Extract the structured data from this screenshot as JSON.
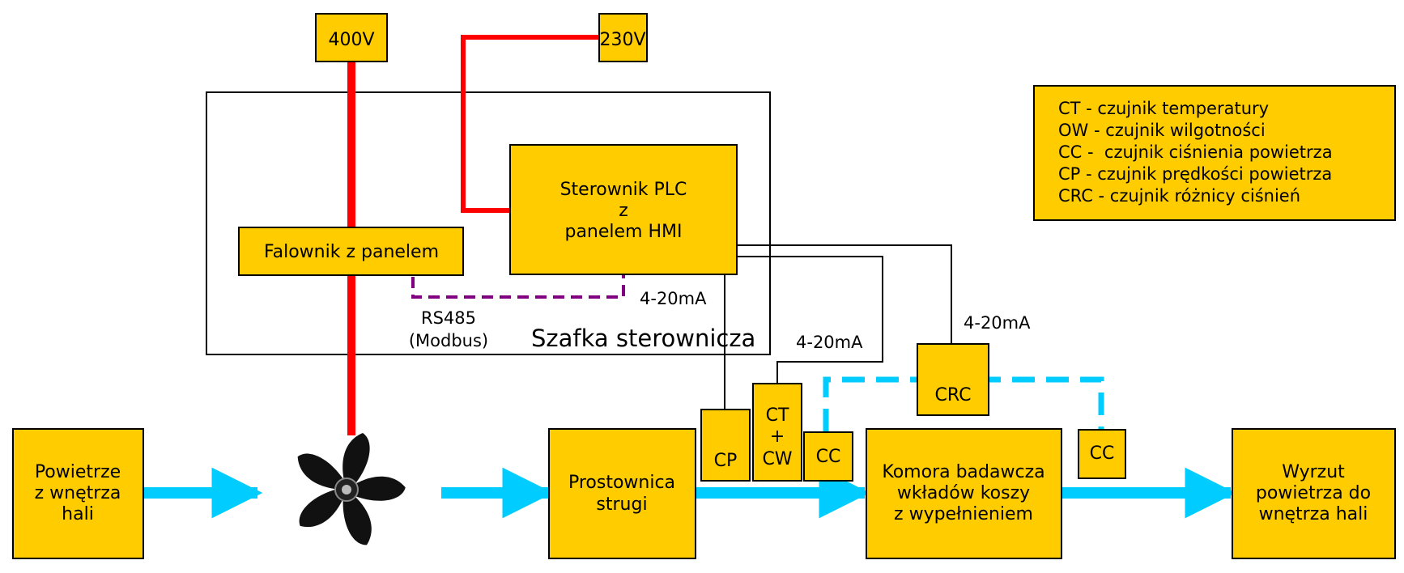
{
  "colors": {
    "box_fill": "#ffcc00",
    "power_line": "#ff0000",
    "modbus_line": "#800080",
    "airflow": "#00ccff",
    "signal_line": "#000000"
  },
  "supply": {
    "v400": "400V",
    "v230": "230V"
  },
  "cabinet": {
    "label": "Szafka sterownicza"
  },
  "plc": {
    "line1": "Sterownik PLC",
    "line2": "z",
    "line3": "panelem HMI"
  },
  "inverter": {
    "label": "Falownik z panelem"
  },
  "modbus": {
    "line1": "RS485",
    "line2": "(Modbus)"
  },
  "signals": {
    "cp": "4-20mA",
    "ct": "4-20mA",
    "crc": "4-20mA"
  },
  "legend": [
    "CT - czujnik temperatury",
    "OW - czujnik wilgotności",
    "CC -  czujnik ciśnienia powietrza",
    "CP - czujnik prędkości powietrza",
    "CRC - czujnik różnicy ciśnień"
  ],
  "air_in": {
    "line1": "Powietrze",
    "line2": "z wnętrza",
    "line3": "hali"
  },
  "fan": {
    "icon": "fan-icon"
  },
  "straightener": {
    "line1": "Prostownica",
    "line2": "strugi"
  },
  "sensors": {
    "cp": "CP",
    "ctcw_line1": "CT",
    "ctcw_line2": "+",
    "ctcw_line3": "CW",
    "cc_left": "CC",
    "crc": "CRC",
    "cc_right": "CC"
  },
  "chamber": {
    "line1": "Komora badawcza",
    "line2": "wkładów koszy",
    "line3": "z wypełnieniem"
  },
  "air_out": {
    "line1": "Wyrzut",
    "line2": "powietrza do",
    "line3": "wnętrza hali"
  }
}
